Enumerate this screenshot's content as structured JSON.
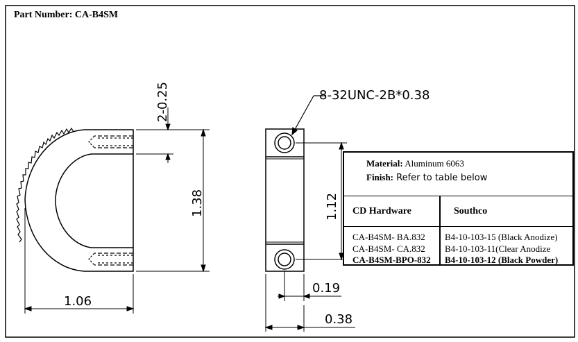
{
  "header": {
    "part_number": "Part Number: CA-B4SM"
  },
  "dimensions": {
    "thread_callout": "8-32UNC-2B*0.38",
    "thread_spacing": "2-0.25",
    "overall_height": "1.38",
    "hole_spacing": "1.12",
    "width": "1.06",
    "hole_offset": "0.19",
    "thickness": "0.38"
  },
  "spec_table": {
    "material_label": "Material:",
    "material_value": "Aluminum 6063",
    "finish_label": "Finish:",
    "finish_value": "Refer to table below",
    "col_cd": "CD Hardware",
    "col_southco": "Southco",
    "rows": [
      {
        "cd": "CA-B4SM- BA.832",
        "southco": "B4-10-103-15 (Black Anodize)"
      },
      {
        "cd": "CA-B4SM- CA.832",
        "southco": "B4-10-103-11(Clear Anodize"
      },
      {
        "cd": "CA-B4SM-BPO-832",
        "southco": "B4-10-103-12 (Black Powder)"
      }
    ]
  }
}
